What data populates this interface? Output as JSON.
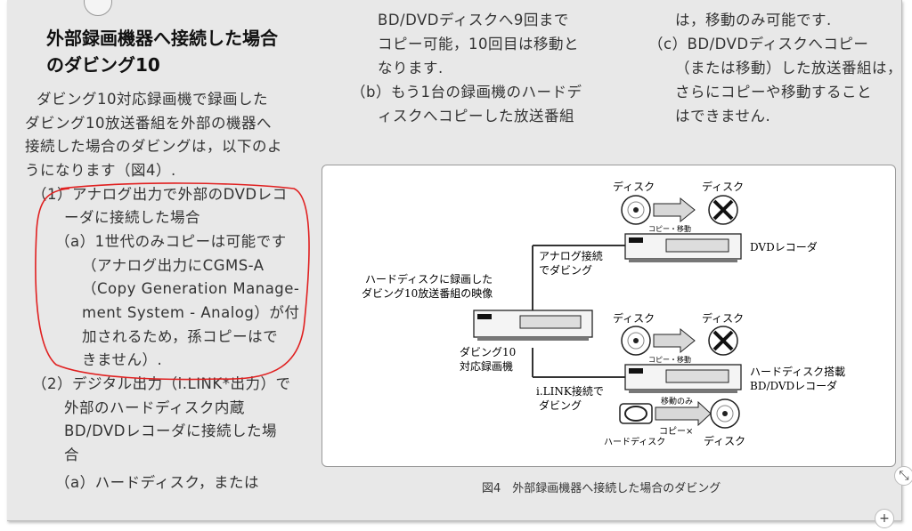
{
  "heading": {
    "line1": "外部録画機器へ接続した場合",
    "line2": "のダビング10"
  },
  "left_lines": [
    "ダビング10対応録画機で録画した",
    "ダビング10放送番組を外部の機器へ",
    "接続した場合のダビングは，以下のよ",
    "うになります（図4）.",
    "（1）アナログ出力で外部のDVDレコ",
    "ーダに接続した場合",
    "（a）1世代のみコピーは可能です",
    "（アナログ出力にCGMS-A",
    "（Copy Generation Manage-",
    "ment System - Analog）が付",
    "加されるため，孫コピーはで",
    "きません）.",
    "（2）デジタル出力（i.LINK*出力）で",
    "外部のハードディスク内蔵",
    "BD/DVDレコーダに接続した場",
    "合",
    "（a）ハードディスク，または"
  ],
  "middle_lines": [
    "BD/DVDディスクへ9回まで",
    "コピー可能，10回目は移動と",
    "なります.",
    "（b）もう1台の録画機のハードデ",
    "ィスクへコピーした放送番組"
  ],
  "right_lines": [
    "は，移動のみ可能です.",
    "（c）BD/DVDディスクへコピー",
    "（または移動）した放送番組は，",
    "さらにコピーや移動すること",
    "はできません."
  ],
  "figure": {
    "source_label_1": "ハードディスクに録画した",
    "source_label_2": "ダビング10放送番組の映像",
    "recorder_label_1": "ダビング10",
    "recorder_label_2": "対応録画機",
    "analog_label_1": "アナログ接続",
    "analog_label_2": "でダビング",
    "ilink_label_1": "i.LINK接続で",
    "ilink_label_2": "ダビング",
    "disc": "ディスク",
    "copy_move": "コピー・移動",
    "dvd_recorder": "DVDレコーダ",
    "hdd_recorder_1": "ハードディスク搭載",
    "hdd_recorder_2": "BD/DVDレコーダ",
    "move_only": "移動のみ",
    "copy_x": "コピー×",
    "hard_disk": "ハードディスク"
  },
  "caption": "図4　外部録画機器へ接続した場合のダビング",
  "controls": {
    "collapse": "⤡",
    "zoom_in": "+"
  },
  "colors": {
    "annotation_red": "#e02020",
    "page_bg": "#e8e8e8"
  }
}
